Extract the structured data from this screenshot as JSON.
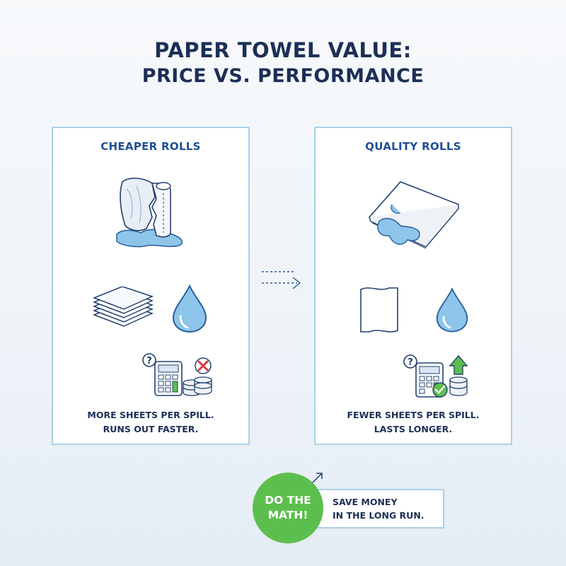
{
  "title": {
    "line1": "PAPER TOWEL VALUE:",
    "line2": "PRICE VS. PERFORMANCE"
  },
  "panels": {
    "cheaper": {
      "heading": "CHEAPER ROLLS",
      "caption_line1": "MORE SHEETS PER SPILL.",
      "caption_line2": "RUNS OUT FASTER."
    },
    "quality": {
      "heading": "QUALITY ROLLS",
      "caption_line1": "FEWER SHEETS PER SPILL.",
      "caption_line2": "LASTS LONGER."
    }
  },
  "callout": {
    "badge_line1": "DO THE",
    "badge_line2": "MATH!",
    "message_line1": "SAVE MONEY",
    "message_line2": "IN THE LONG RUN."
  },
  "colors": {
    "navy": "#1b2f57",
    "heading_blue": "#1f4f93",
    "panel_border": "#a9d1ea",
    "water": "#8ec5ea",
    "badge_green": "#5cbf4d",
    "error_red": "#e0393e"
  },
  "icons": [
    "torn-towel-spill-icon",
    "sheet-stack-icon",
    "water-drop-icon",
    "calculator-coins-x-icon",
    "quality-towel-spill-icon",
    "single-sheet-icon",
    "calculator-coins-check-icon",
    "dotted-arrow-icon",
    "small-arrow-icon"
  ]
}
